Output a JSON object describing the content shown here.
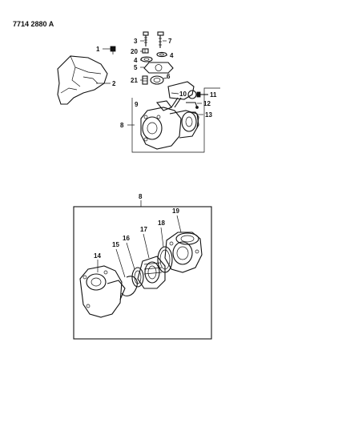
{
  "header": {
    "code": "7714 2880 A"
  },
  "callouts": {
    "n1": "1",
    "n2": "2",
    "n3": "3",
    "n4a": "4",
    "n4b": "4",
    "n5": "5",
    "n6": "6",
    "n7": "7",
    "n8a": "8",
    "n8b": "8",
    "n9": "9",
    "n10": "10",
    "n11": "11",
    "n12": "12",
    "n13": "13",
    "n14": "14",
    "n15": "15",
    "n16": "16",
    "n17": "17",
    "n18": "18",
    "n19": "19",
    "n20": "20",
    "n21": "21"
  }
}
